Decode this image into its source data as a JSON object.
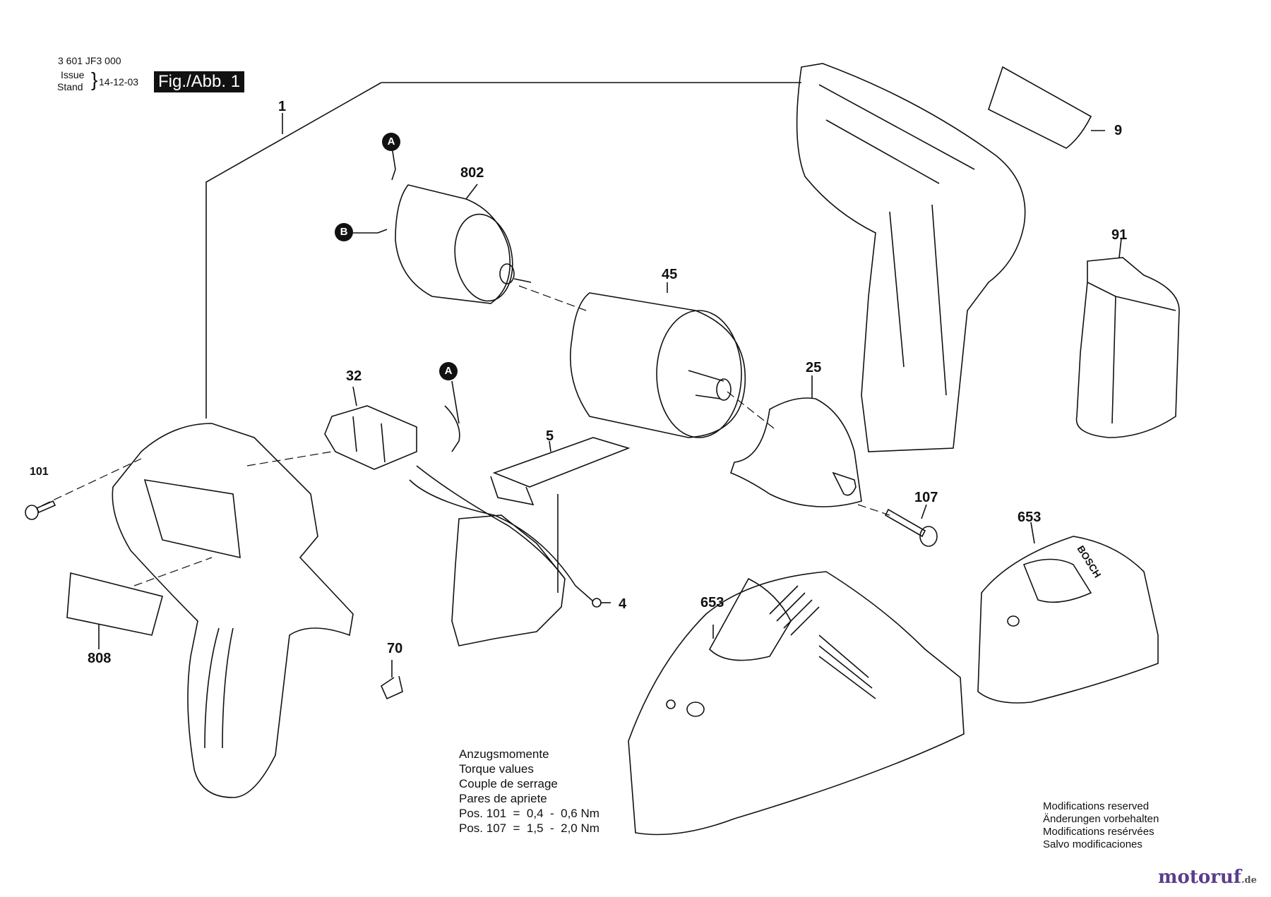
{
  "header": {
    "number": "3 601 JF3 000",
    "issue": "Issue",
    "stand": "Stand",
    "date": "14-12-03",
    "fig": "Fig./Abb. 1"
  },
  "parts": {
    "p1": "1",
    "p802": "802",
    "p45": "45",
    "p9": "9",
    "p91": "91",
    "p32": "32",
    "p25": "25",
    "p5": "5",
    "p107": "107",
    "p653a": "653",
    "p653b": "653",
    "p4": "4",
    "p808": "808",
    "p70": "70",
    "p101": "101"
  },
  "callouts": {
    "a1": "A",
    "b1": "B",
    "a2": "A"
  },
  "torque": {
    "lines": [
      "Anzugsmomente",
      "Torque values",
      "Couple de serrage",
      "Pares de apriete",
      "Pos. 101  =  0,4  -  0,6 Nm",
      "Pos. 107  =  1,5  -  2,0 Nm"
    ]
  },
  "modifications": {
    "lines": [
      "Modifications reserved",
      "Änderungen vorbehalten",
      "Modifications resérvées",
      "Salvo modificaciones"
    ]
  },
  "watermark": {
    "text": "motoruf",
    "suffix": ".de",
    "colors": [
      "#e2001a",
      "#f39200",
      "#009fe3",
      "#95c11f"
    ]
  },
  "charger_brand": "BOSCH"
}
